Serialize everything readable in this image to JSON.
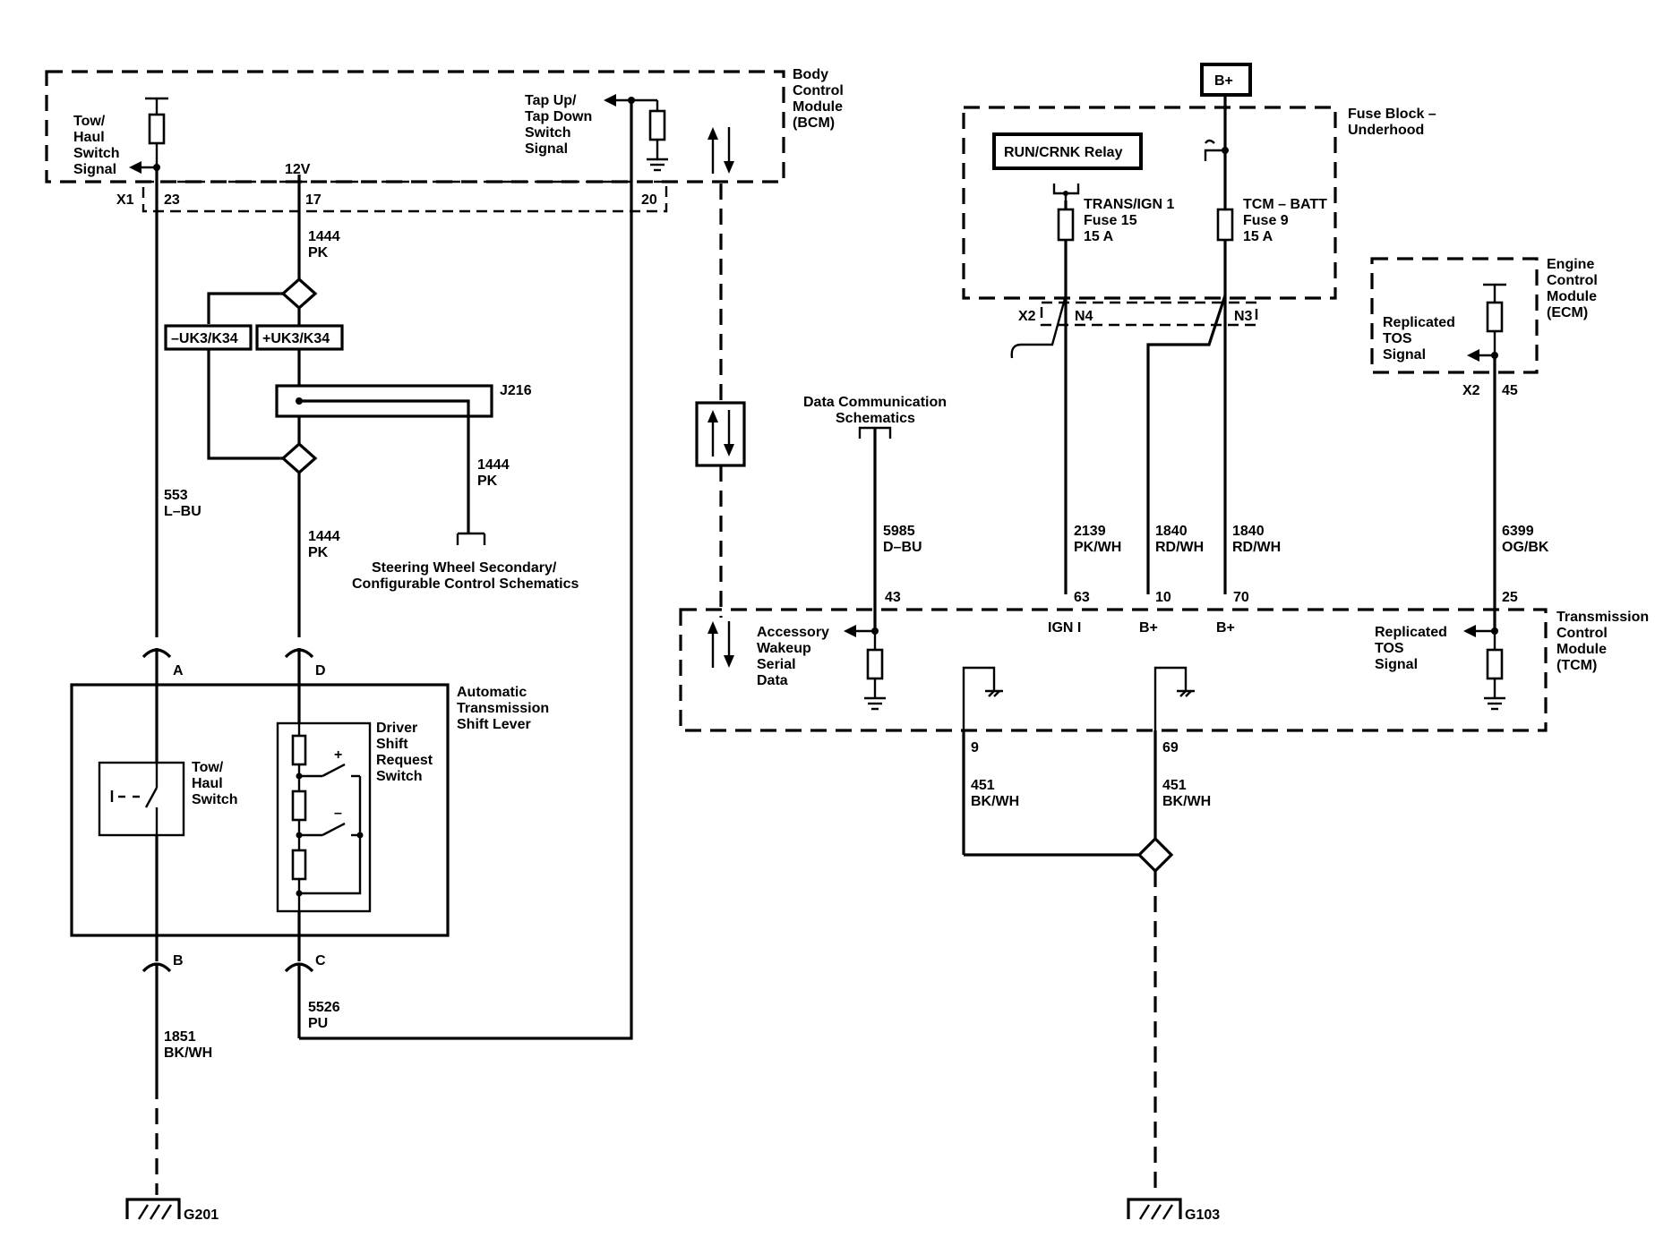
{
  "modules": {
    "bcm": [
      "Body",
      "Control",
      "Module",
      "(BCM)"
    ],
    "fuse_block": [
      "Fuse Block –",
      "Underhood"
    ],
    "ecm": [
      "Engine",
      "Control",
      "Module",
      "(ECM)"
    ],
    "tcm": [
      "Transmission",
      "Control",
      "Module",
      "(TCM)"
    ],
    "shift_lever": [
      "Automatic",
      "Transmission",
      "Shift Lever"
    ]
  },
  "signals": {
    "tow_haul_signal": [
      "Tow/",
      "Haul",
      "Switch",
      "Signal"
    ],
    "tap_signal": [
      "Tap Up/",
      "Tap Down",
      "Switch",
      "Signal"
    ],
    "voltage_12v": "12V",
    "replicated_tos_ecm": [
      "Replicated",
      "TOS",
      "Signal"
    ],
    "accessory_wakeup": [
      "Accessory",
      "Wakeup",
      "Serial",
      "Data"
    ],
    "replicated_tos_tcm": [
      "Replicated",
      "TOS",
      "Signal"
    ],
    "ign1": "IGN I",
    "b_plus_10": "B+",
    "b_plus_70": "B+"
  },
  "power": {
    "b_plus": "B+",
    "relay": "RUN/CRNK Relay",
    "fuse15": [
      "TRANS/IGN 1",
      "Fuse 15",
      "15 A"
    ],
    "fuse9": [
      "TCM – BATT",
      "Fuse 9",
      "15 A"
    ]
  },
  "connectors": {
    "x1": "X1",
    "x2_fuse": "X2",
    "x2_ecm": "X2",
    "n4": "N4",
    "n3": "N3",
    "j216": "J216"
  },
  "pins": {
    "p23": "23",
    "p17": "17",
    "p20": "20",
    "p45": "45",
    "p43": "43",
    "p63": "63",
    "p10": "10",
    "p70": "70",
    "p25": "25",
    "p9": "9",
    "p69": "69",
    "pa": "A",
    "pb": "B",
    "pc": "C",
    "pd": "D"
  },
  "options": {
    "minus_uk3": "–UK3/K34",
    "plus_uk3": "+UK3/K34"
  },
  "wires": {
    "w1444_top": [
      "1444",
      "PK"
    ],
    "w1444_mid": [
      "1444",
      "PK"
    ],
    "w1444_right": [
      "1444",
      "PK"
    ],
    "w553": [
      "553",
      "L–BU"
    ],
    "w5526": [
      "5526",
      "PU"
    ],
    "w1851": [
      "1851",
      "BK/WH"
    ],
    "w5985": [
      "5985",
      "D–BU"
    ],
    "w2139": [
      "2139",
      "PK/WH"
    ],
    "w1840a": [
      "1840",
      "RD/WH"
    ],
    "w1840b": [
      "1840",
      "RD/WH"
    ],
    "w6399": [
      "6399",
      "OG/BK"
    ],
    "w451a": [
      "451",
      "BK/WH"
    ],
    "w451b": [
      "451",
      "BK/WH"
    ]
  },
  "components": {
    "tow_haul_switch": [
      "Tow/",
      "Haul",
      "Switch"
    ],
    "driver_shift": [
      "Driver",
      "Shift",
      "Request",
      "Switch"
    ],
    "plus_sign": "+",
    "minus_sign": "–"
  },
  "references": {
    "steering": [
      "Steering Wheel Secondary/",
      "Configurable Control Schematics"
    ],
    "data_comm": [
      "Data Communication",
      "Schematics"
    ]
  },
  "grounds": {
    "g201": "G201",
    "g103": "G103"
  }
}
